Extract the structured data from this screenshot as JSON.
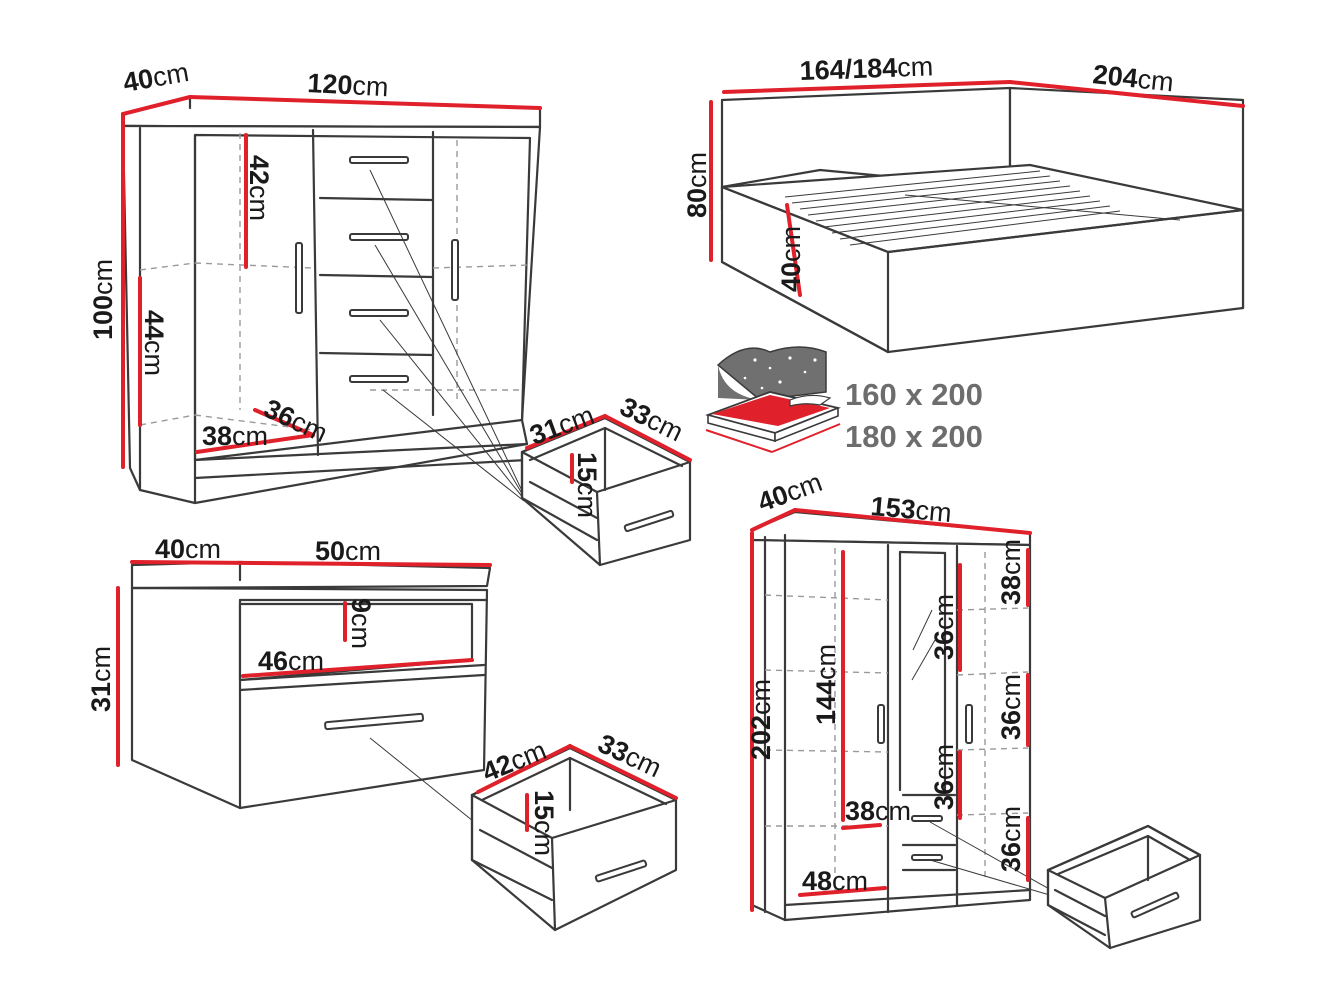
{
  "colors": {
    "ink": "#3a3a3a",
    "accent_red": "#e0202a",
    "dash": "#9a9a9a",
    "caption_gray": "#6d6d6d"
  },
  "sideboard": {
    "depth": {
      "num": "40",
      "unit": "cm"
    },
    "width": {
      "num": "120",
      "unit": "cm"
    },
    "height": {
      "num": "100",
      "unit": "cm"
    },
    "upper_shelf": {
      "num": "42",
      "unit": "cm"
    },
    "lower_shelf": {
      "num": "44",
      "unit": "cm"
    },
    "inner_depth": {
      "num": "36",
      "unit": "cm"
    },
    "inner_width": {
      "num": "38",
      "unit": "cm"
    }
  },
  "sideboard_drawer": {
    "width": {
      "num": "31",
      "unit": "cm"
    },
    "depth": {
      "num": "33",
      "unit": "cm"
    },
    "height": {
      "num": "15",
      "unit": "cm"
    }
  },
  "bed": {
    "width": {
      "num": "164/184",
      "unit": "cm"
    },
    "length": {
      "num": "204",
      "unit": "cm"
    },
    "headboard_height": {
      "num": "80",
      "unit": "cm"
    },
    "frame_height": {
      "num": "40",
      "unit": "cm"
    }
  },
  "mattress": {
    "icon": "mattress-icon",
    "sizes": [
      "160 x 200",
      "180 x 200"
    ]
  },
  "nightstand": {
    "depth": {
      "num": "40",
      "unit": "cm"
    },
    "width": {
      "num": "50",
      "unit": "cm"
    },
    "height": {
      "num": "31",
      "unit": "cm"
    },
    "niche_height": {
      "num": "9",
      "unit": "cm"
    },
    "niche_width": {
      "num": "46",
      "unit": "cm"
    }
  },
  "nightstand_drawer": {
    "width": {
      "num": "42",
      "unit": "cm"
    },
    "depth": {
      "num": "33",
      "unit": "cm"
    },
    "height": {
      "num": "15",
      "unit": "cm"
    }
  },
  "wardrobe": {
    "depth": {
      "num": "40",
      "unit": "cm"
    },
    "width": {
      "num": "153",
      "unit": "cm"
    },
    "height": {
      "num": "202",
      "unit": "cm"
    },
    "hanging_height": {
      "num": "144",
      "unit": "cm"
    },
    "right_shelf_1": {
      "num": "38",
      "unit": "cm"
    },
    "right_shelf_2": {
      "num": "36",
      "unit": "cm"
    },
    "right_shelf_3": {
      "num": "36",
      "unit": "cm"
    },
    "middle_shelf_1": {
      "num": "36",
      "unit": "cm"
    },
    "middle_shelf_2": {
      "num": "36",
      "unit": "cm"
    },
    "inner_depth": {
      "num": "38",
      "unit": "cm"
    },
    "inner_width": {
      "num": "48",
      "unit": "cm"
    }
  }
}
